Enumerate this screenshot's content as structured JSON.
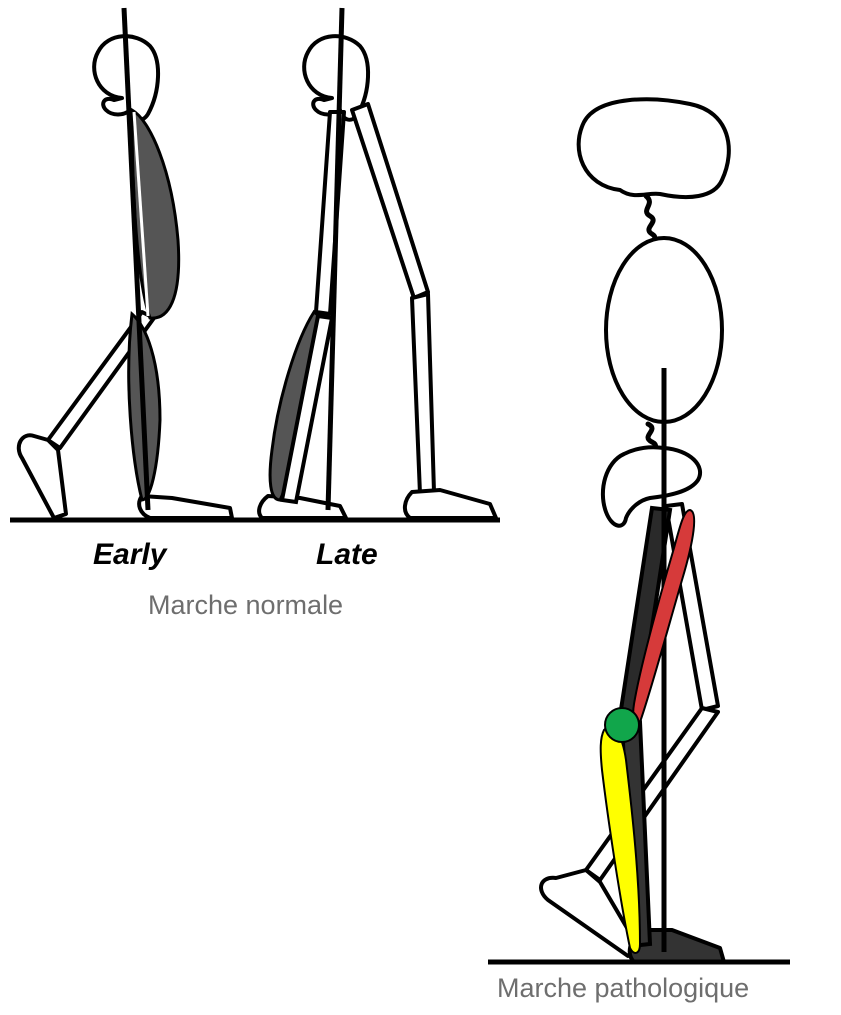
{
  "labels": {
    "early": "Early",
    "late": "Late",
    "normal_gait": "Marche normale",
    "pathological_gait": "Marche pathologique"
  },
  "colors": {
    "ink": "#000000",
    "muscle_shading": "#555555",
    "caption_text": "#6e6e6e",
    "red_muscle": "#d63a3a",
    "yellow_muscle": "#ffff00",
    "knee_joint_marker": "#11a64b"
  }
}
